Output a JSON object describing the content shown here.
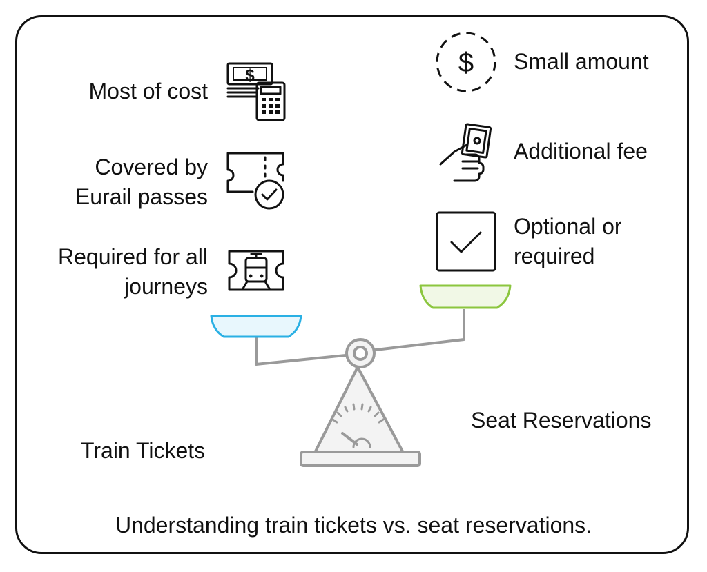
{
  "left": {
    "label": "Train Tickets",
    "items": [
      {
        "text": "Most of cost",
        "icon": "money-calculator-icon"
      },
      {
        "text": "Covered by\nEurail passes",
        "icon": "ticket-check-icon"
      },
      {
        "text": "Required for all\njourneys",
        "icon": "train-ticket-icon"
      }
    ]
  },
  "right": {
    "label": "Seat Reservations",
    "items": [
      {
        "text": "Small amount",
        "icon": "dollar-coin-icon"
      },
      {
        "text": "Additional fee",
        "icon": "hand-cash-icon"
      },
      {
        "text": "Optional or\nrequired",
        "icon": "checkbox-icon"
      }
    ]
  },
  "caption": "Understanding train tickets vs. seat reservations.",
  "colors": {
    "left_pan": "#e8f7fd",
    "left_pan_stroke": "#2ab0e4",
    "right_pan": "#f1f8e6",
    "right_pan_stroke": "#8cc63f",
    "beam": "#9a9a9a",
    "base": "#f2f2f2"
  }
}
